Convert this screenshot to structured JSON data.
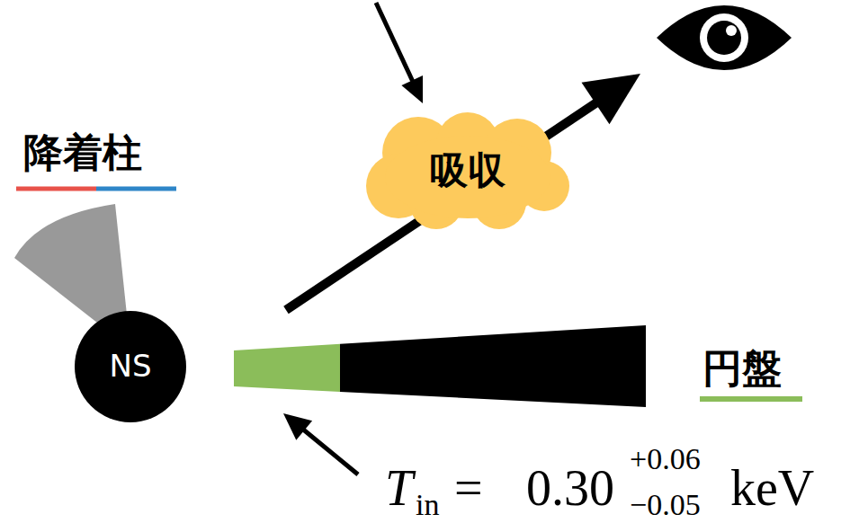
{
  "diagram": {
    "nodes": [
      {
        "text": [
          "NS"
        ]
      },
      {
        "text": [
          "吸収"
        ]
      }
    ],
    "labels": [
      "降着柱",
      "円盤",
      "T",
      "in",
      "=",
      "0.30",
      "+0.06",
      "−0.05",
      "keV"
    ]
  }
}
